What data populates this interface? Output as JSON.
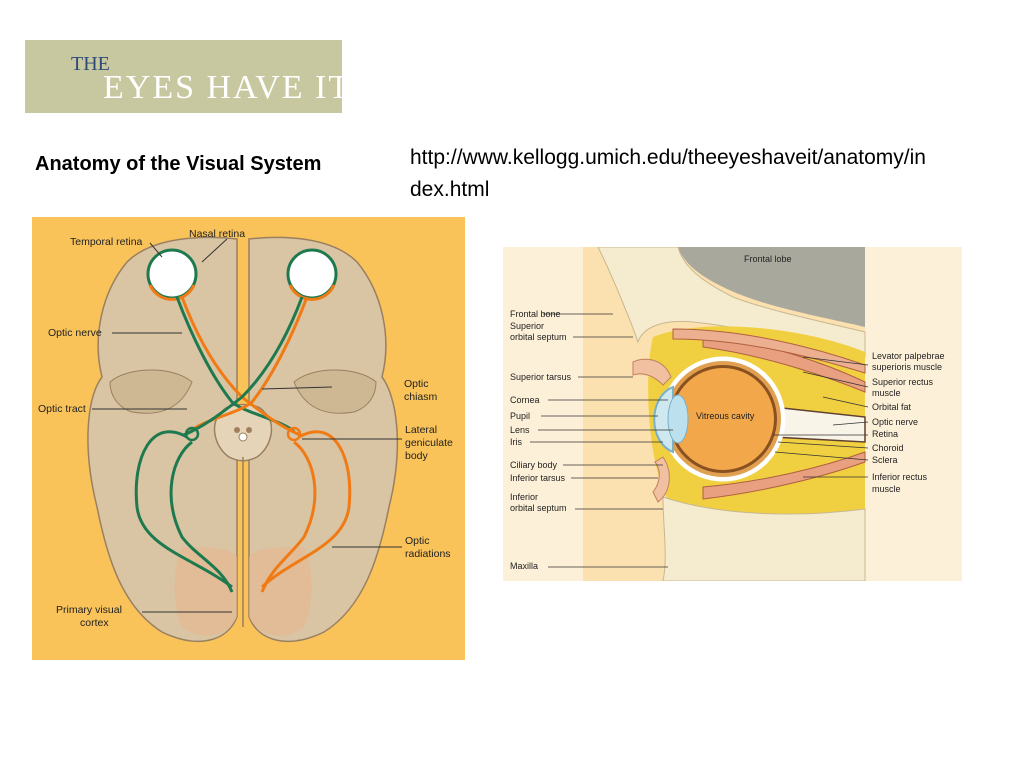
{
  "logo": {
    "the": "THE",
    "main": "EYES HAVE IT"
  },
  "heading": "Anatomy of the Visual System",
  "url": "http://www.kellogg.umich.edu/theeyeshaveit/anatomy/index.html",
  "brain_diagram": {
    "labels": {
      "temporal_retina": "Temporal retina",
      "nasal_retina": "Nasal retina",
      "optic_nerve": "Optic nerve",
      "optic_chiasm_1": "Optic",
      "optic_chiasm_2": "chiasm",
      "optic_tract": "Optic tract",
      "lgb_1": "Lateral",
      "lgb_2": "geniculate",
      "lgb_3": "body",
      "radiations_1": "Optic",
      "radiations_2": "radiations",
      "visual_cortex_1": "Primary visual",
      "visual_cortex_2": "cortex"
    }
  },
  "eye_diagram": {
    "labels": {
      "frontal_lobe": "Frontal lobe",
      "frontal_bone": "Frontal bone",
      "superior_orbital_septum_1": "Superior",
      "superior_orbital_septum_2": "orbital septum",
      "superior_tarsus": "Superior tarsus",
      "cornea": "Cornea",
      "pupil": "Pupil",
      "lens": "Lens",
      "iris": "Iris",
      "ciliary_body": "Ciliary body",
      "inferior_tarsus": "Inferior tarsus",
      "inferior_orbital_septum_1": "Inferior",
      "inferior_orbital_septum_2": "orbital septum",
      "maxilla": "Maxilla",
      "vitreous_cavity": "Vitreous cavity",
      "levator_1": "Levator palpebrae",
      "levator_2": "superioris muscle",
      "superior_rectus_1": "Superior rectus",
      "superior_rectus_2": "muscle",
      "orbital_fat": "Orbital fat",
      "optic_nerve": "Optic nerve",
      "retina": "Retina",
      "choroid": "Choroid",
      "sclera": "Sclera",
      "inferior_rectus_1": "Inferior rectus",
      "inferior_rectus_2": "muscle"
    }
  },
  "colors": {
    "logo_bg": "#c8c8a0",
    "brain_bg": "#f9c35a",
    "brain_tissue": "#d9c4a4",
    "nerve_green": "#1e7a4e",
    "nerve_orange": "#f07a14",
    "eye_bg": "#fbe0b0",
    "orbital_fat": "#f0d040",
    "muscle": "#e8a080"
  }
}
